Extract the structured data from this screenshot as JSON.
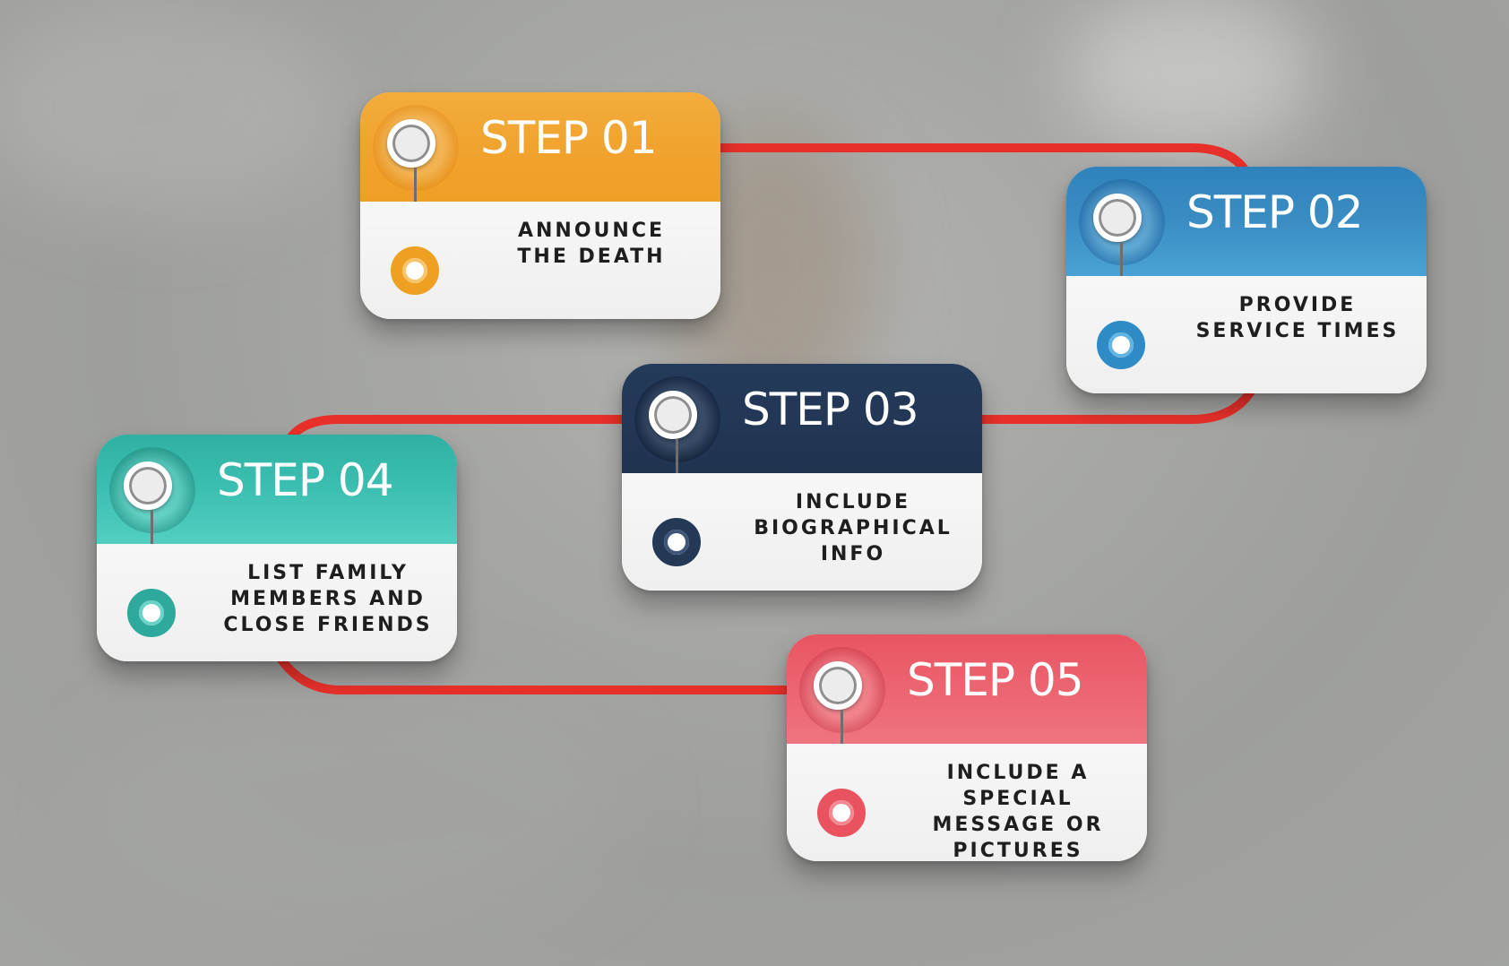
{
  "colors": {
    "connector": "#e8302a",
    "step_01": "#f0a22c",
    "step_02": "#3a8dc3",
    "step_03": "#223755",
    "step_04": "#3cbfb1",
    "step_05": "#ec6470"
  },
  "icons": {
    "top": "ring-icon",
    "bottom": "dot-icon"
  },
  "steps": [
    {
      "title": "STEP 01",
      "lines": [
        "ANNOUNCE",
        "THE DEATH"
      ]
    },
    {
      "title": "STEP 02",
      "lines": [
        "PROVIDE",
        "SERVICE TIMES"
      ]
    },
    {
      "title": "STEP 03",
      "lines": [
        "INCLUDE",
        "BIOGRAPHICAL",
        "INFO"
      ]
    },
    {
      "title": "STEP 04",
      "lines": [
        "LIST FAMILY",
        "MEMBERS AND",
        "CLOSE FRIENDS"
      ]
    },
    {
      "title": "STEP 05",
      "lines": [
        "INCLUDE A SPECIAL",
        "MESSAGE OR",
        "PICTURES"
      ]
    }
  ]
}
